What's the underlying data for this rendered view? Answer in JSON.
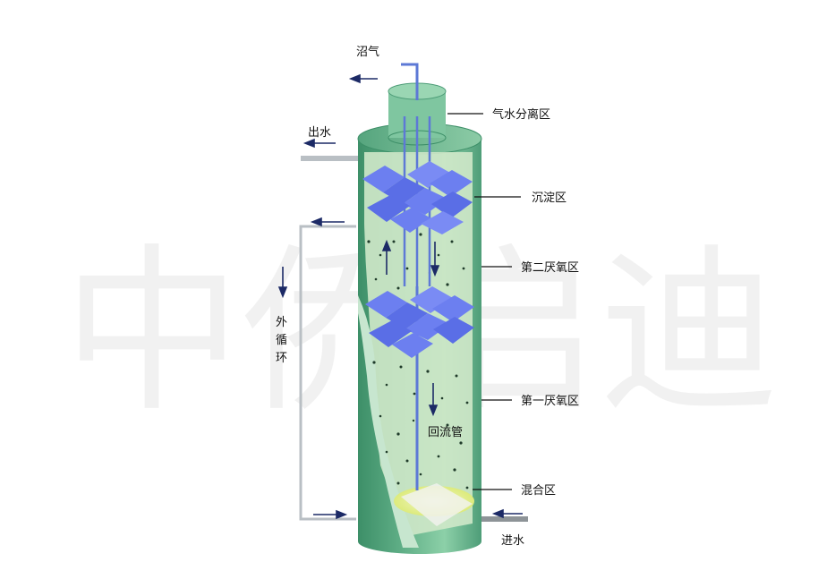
{
  "labels": {
    "biogas": "沼气",
    "gas_water_separation": "气水分离区",
    "effluent": "出水",
    "settling": "沉淀区",
    "second_anaerobic": "第二厌氧区",
    "external_circulation": [
      "外",
      "循",
      "环"
    ],
    "first_anaerobic": "第一厌氧区",
    "return_pipe": "回流管",
    "mixing": "混合区",
    "influent": "进水"
  },
  "watermark": "中侨启迪",
  "colors": {
    "tank_body": "#5fae86",
    "tank_shadow": "#3d8f68",
    "tank_light": "#8cd0a8",
    "tank_inner": "#cfe8c9",
    "settler_blue": "#6c7ff0",
    "settler_dark": "#3f4fc8",
    "pipe_blue": "#5d79d6",
    "pipe_gray": "#b9bfc4",
    "mixing_floor": "#e6f08a",
    "arrow": "#1c2a66"
  }
}
